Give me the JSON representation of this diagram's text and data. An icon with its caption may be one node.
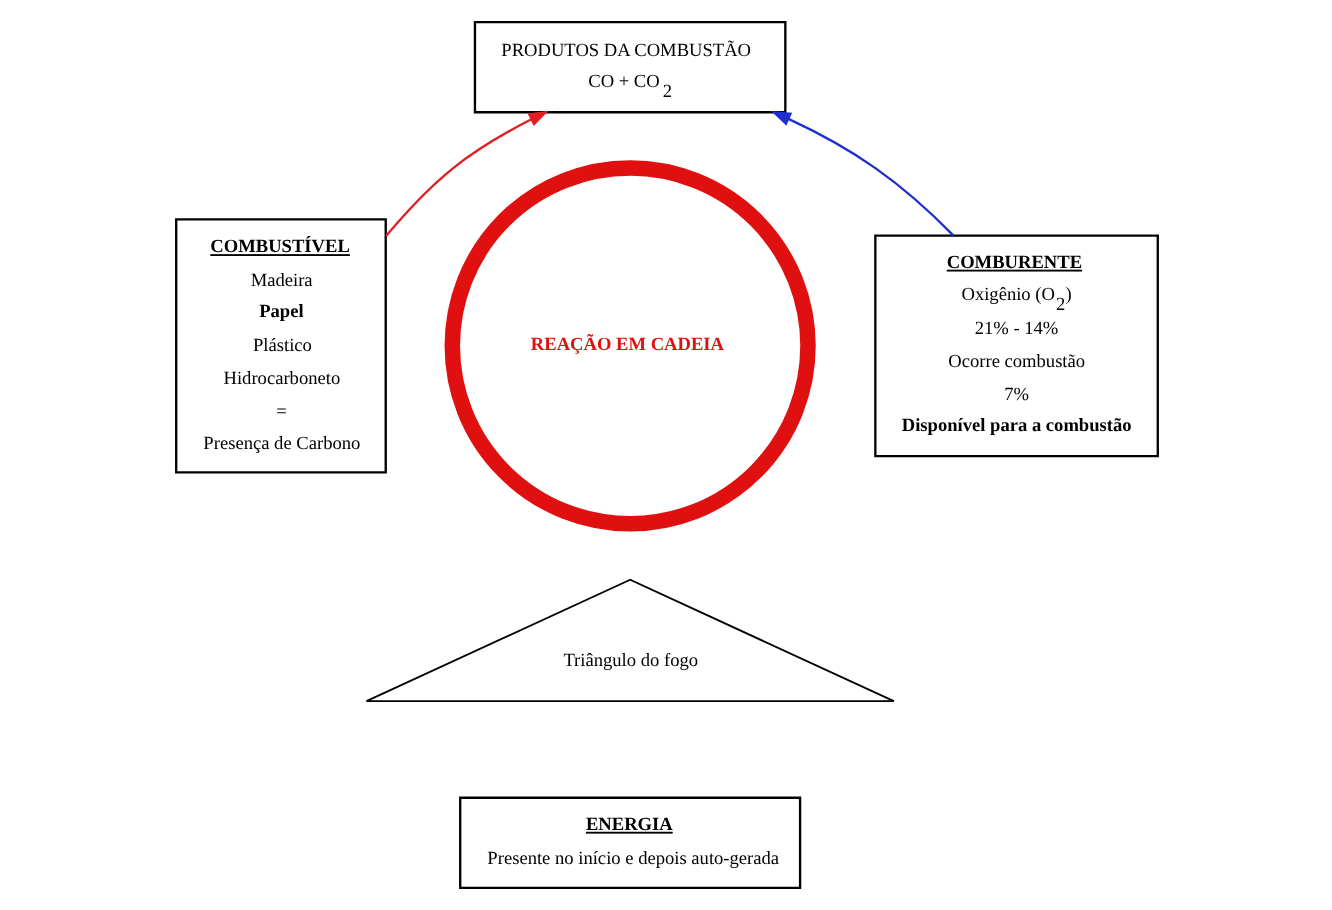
{
  "diagram": {
    "nodes": [
      {
        "text": [
          "PRODUTOS DA COMBUSTÃO",
          "CO + CO$_{2}$"
        ]
      },
      {
        "text": [
          "COMBUSTÍVEL",
          "Madeira",
          "Papel",
          "Plástico",
          "Hidrocarboneto",
          "=",
          "Presença de Carbono"
        ]
      },
      {
        "text": [
          "REAÇÃO EM CADEIA"
        ]
      },
      {
        "text": [
          "Triângulo do fogo"
        ]
      },
      {
        "text": [
          "COMBURENTE",
          "Oxigênio (O$_{2}$)",
          "21% - 14%",
          "Ocorre combustão",
          "7%",
          "Disponível para a combustão"
        ]
      },
      {
        "text": [
          "ENERGIA",
          "Presente no início e depois auto-gerada"
        ]
      }
    ],
    "edges": [
      {
        "from": 1,
        "to": 0,
        "arrow": "to",
        "color": "#e02020"
      },
      {
        "from": 4,
        "to": 0,
        "arrow": "to",
        "color": "#1f2fd0"
      }
    ]
  }
}
